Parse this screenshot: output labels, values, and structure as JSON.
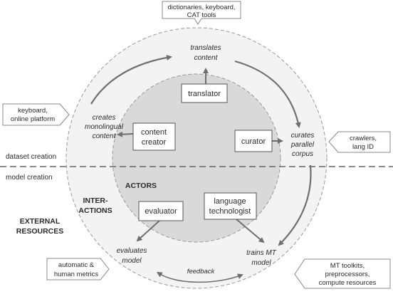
{
  "actors_label": "ACTORS",
  "interactions_label_line1": "INTER-",
  "interactions_label_line2": "ACTIONS",
  "external_label_line1": "EXTERNAL",
  "external_label_line2": "RESOURCES",
  "section_top": "dataset creation",
  "section_bottom": "model creation",
  "actors": {
    "translator": "translator",
    "content_creator_line1": "content",
    "content_creator_line2": "creator",
    "curator": "curator",
    "evaluator": "evaluator",
    "language_technologist_line1": "language",
    "language_technologist_line2": "technologist"
  },
  "interactions": {
    "translates_line1": "translates",
    "translates_line2": "content",
    "creates_line1": "creates",
    "creates_line2": "monolingual",
    "creates_line3": "content",
    "curates_line1": "curates",
    "curates_line2": "parallel",
    "curates_line3": "corpus",
    "evaluates_line1": "evaluates",
    "evaluates_line2": "model",
    "trains_line1": "trains MT",
    "trains_line2": "model",
    "feedback": "feedback"
  },
  "resources": {
    "top_line1": "dictionaries, keyboard,",
    "top_line2": "CAT tools",
    "left_line1": "keyboard,",
    "left_line2": "online platform",
    "right_line1": "crawlers,",
    "right_line2": "lang ID",
    "bottom_left_line1": "automatic &",
    "bottom_left_line2": "human metrics",
    "bottom_right_line1": "MT toolkits,",
    "bottom_right_line2": "preprocessors,",
    "bottom_right_line3": "compute resources"
  },
  "colors": {
    "outer_ring": "#f3f3f3",
    "inner_circle": "#d9d9d9",
    "arrow": "#6f6f6f",
    "box_border": "#555555",
    "dashed": "#888888"
  }
}
